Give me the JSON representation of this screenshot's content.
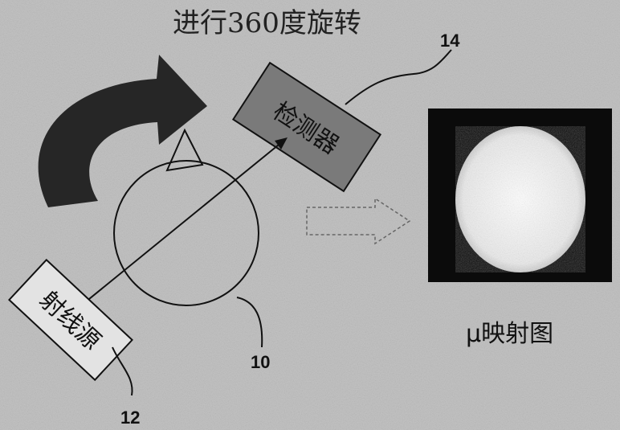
{
  "title": "进行360度旋转",
  "detector": {
    "label": "检测器",
    "ref": "14"
  },
  "source": {
    "label": "射线源",
    "ref": "12"
  },
  "object": {
    "ref": "10"
  },
  "map": {
    "caption": "μ映射图"
  },
  "colors": {
    "background": "#c4c4c4",
    "detector_fill": "#7a7a7a",
    "source_fill": "#e3e3e3",
    "rotation_arrow": "#262626",
    "map_bg": "#0b0b0b",
    "map_blob": "#f3f3f3"
  }
}
